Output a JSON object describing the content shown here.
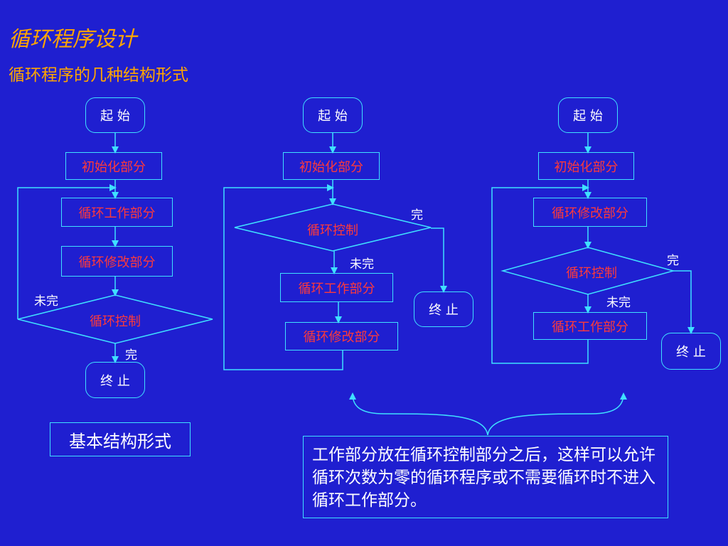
{
  "title": "循环程序设计",
  "subtitle": "循环程序的几种结构形式",
  "flow1": {
    "start": "起  始",
    "init": "初始化部分",
    "work": "循环工作部分",
    "modify": "循环修改部分",
    "control": "循环控制",
    "not_done": "未完",
    "done": "完",
    "end": "终  止"
  },
  "flow2": {
    "start": "起  始",
    "init": "初始化部分",
    "control": "循环控制",
    "done": "完",
    "not_done": "未完",
    "work": "循环工作部分",
    "modify": "循环修改部分",
    "end": "终  止"
  },
  "flow3": {
    "start": "起  始",
    "init": "初始化部分",
    "modify": "循环修改部分",
    "control": "循环控制",
    "done": "完",
    "not_done": "未完",
    "work": "循环工作部分",
    "end": "终  止"
  },
  "basic_label": "基本结构形式",
  "note": "工作部分放在循环控制部分之后，这样可以允许循环次数为零的循环程序或不需要循环时不进入循环工作部分。",
  "colors": {
    "background": "#1f1fd0",
    "heading": "#ffa500",
    "line": "#3fe0ff",
    "box_text": "#ff3a3a",
    "text": "#ffffff"
  }
}
